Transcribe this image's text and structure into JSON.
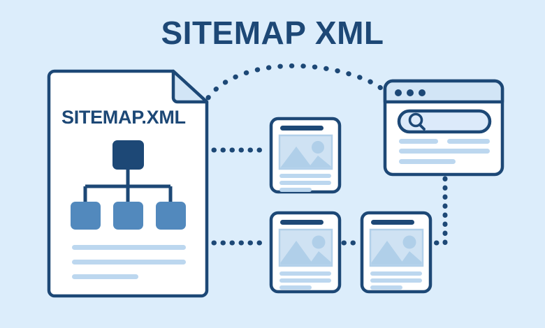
{
  "page": {
    "title": "SITEMAP XML",
    "background_color": "#dcedfb"
  },
  "colors": {
    "navy": "#1d4876",
    "navy_dark": "#193c63",
    "mid_blue": "#5289bd",
    "light_blue": "#bfd9ef",
    "pale_blue": "#d9e9f8",
    "white": "#ffffff",
    "background": "#dcedfb"
  },
  "document_card": {
    "name": "sitemap-xml-document",
    "label": "SITEMAP.XML",
    "has_folded_corner": true,
    "tree": {
      "name": "sitemap-hierarchy-tree",
      "root_node": {
        "label": "",
        "color": "#1d4876"
      },
      "child_nodes": [
        {
          "label": "",
          "color": "#5289bd"
        },
        {
          "label": "",
          "color": "#5289bd"
        },
        {
          "label": "",
          "color": "#5289bd"
        }
      ]
    },
    "text_lines": [
      {
        "width_pct": 100
      },
      {
        "width_pct": 100
      },
      {
        "width_pct": 58
      }
    ]
  },
  "browser_window": {
    "name": "search-engine-browser-window",
    "titlebar_dots": 3,
    "search_bar": {
      "icon": "search-icon",
      "value": "",
      "placeholder": ""
    },
    "result_lines": [
      {
        "segments": [
          40,
          45
        ]
      },
      {
        "segments": [
          100
        ]
      },
      {
        "segments": [
          62
        ]
      }
    ]
  },
  "page_cards": [
    {
      "name": "page-card-top",
      "header_bar": true,
      "image_placeholder": {
        "icon": "image-placeholder-icon"
      },
      "text_lines": [
        100,
        100,
        62
      ]
    },
    {
      "name": "page-card-bottom-left",
      "header_bar": true,
      "image_placeholder": {
        "icon": "image-placeholder-icon"
      },
      "text_lines": [
        100,
        100,
        62
      ]
    },
    {
      "name": "page-card-bottom-right",
      "header_bar": true,
      "image_placeholder": {
        "icon": "image-placeholder-icon"
      },
      "text_lines": [
        100,
        100,
        62
      ]
    }
  ],
  "connectors": [
    {
      "name": "connector-document-to-browser-arc",
      "style": "dotted-arc"
    },
    {
      "name": "connector-document-to-page-top",
      "style": "dotted-horizontal"
    },
    {
      "name": "connector-document-to-page-bottom-left",
      "style": "dotted-horizontal"
    },
    {
      "name": "connector-page-bottom-left-to-right",
      "style": "dotted-horizontal"
    },
    {
      "name": "connector-browser-to-page-bottom-right",
      "style": "dotted-elbow"
    }
  ]
}
